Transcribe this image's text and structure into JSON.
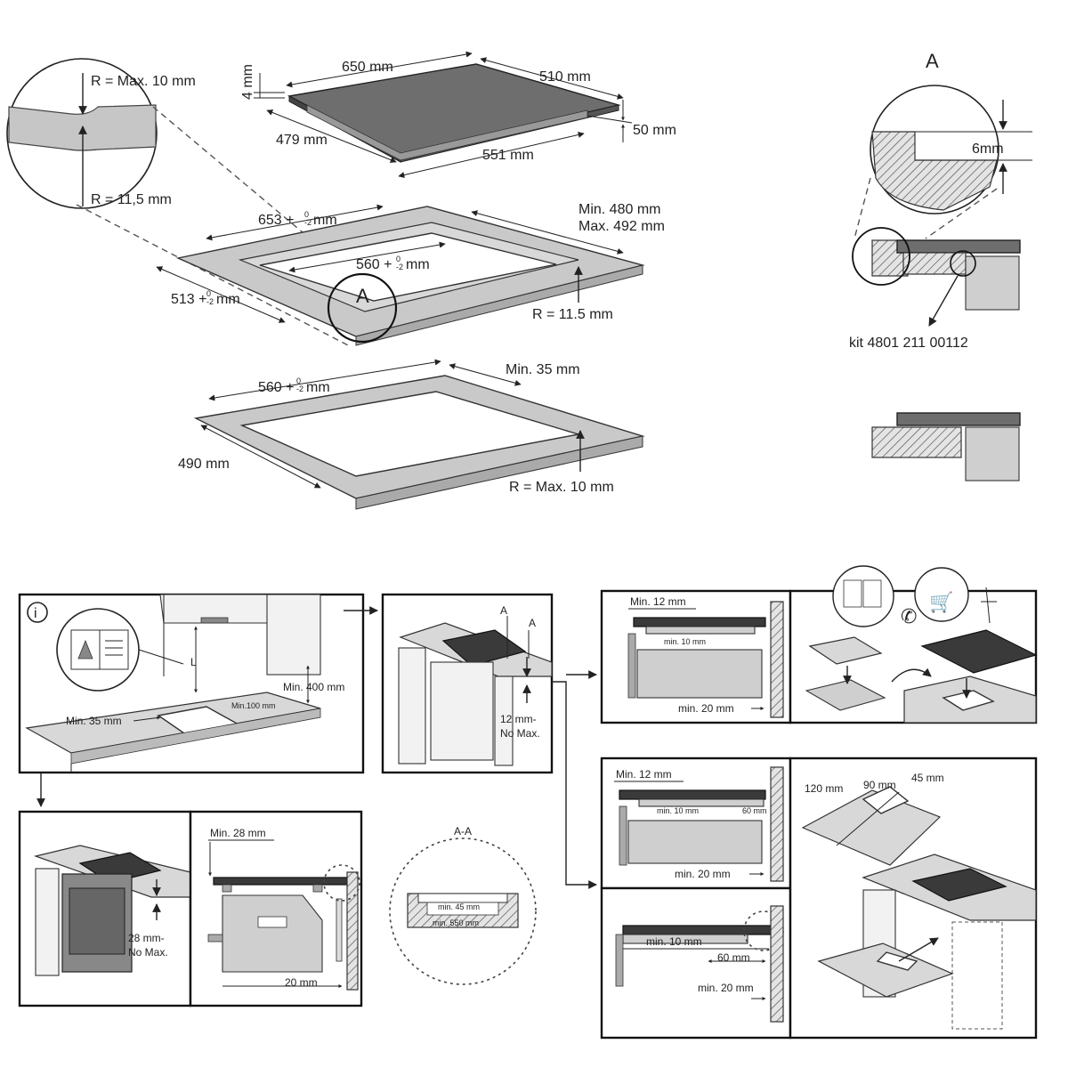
{
  "hob_dimensions": {
    "width": "650 mm",
    "depth": "510 mm",
    "thickness": "4 mm",
    "height": "50 mm",
    "inner_depth": "479 mm",
    "inner_width": "551 mm"
  },
  "edge_radius": {
    "top": "R = Max. 10 mm",
    "bottom": "R = 11,5 mm"
  },
  "flush_cutout": {
    "width": "653 +",
    "width_unit": "mm",
    "depth": "513 +",
    "depth_unit": "mm",
    "inner_width": "560 +",
    "inner_unit": "mm",
    "depth_range_min": "Min. 480 mm",
    "depth_range_max": "Max. 492 mm",
    "radius": "R = 11.5 mm",
    "detail_marker": "A"
  },
  "standard_cutout": {
    "width": "560 +",
    "width_unit": "mm",
    "depth": "490 mm",
    "edge": "Min. 35 mm",
    "radius": "R = Max. 10 mm"
  },
  "detail_a": {
    "title": "A",
    "recess": "6mm",
    "kit": "kit 4801 211 00112"
  },
  "install_panels": {
    "info_icon": "i",
    "hood_distance": "Min. 400 mm",
    "hood_symbol": "L",
    "edge_distance": "Min. 35 mm",
    "rear_distance": "Min.100 mm",
    "section_a": "A",
    "worktop_thickness_1": "12 mm-",
    "worktop_thickness_2": "No Max.",
    "oven_worktop_1": "28 mm-",
    "oven_worktop_2": "No Max.",
    "oven_min": "Min. 28 mm",
    "oven_gap": "20 mm",
    "section_aa": "A-A",
    "aa_min_height": "min. 45 mm",
    "aa_min_width": "min. 550 mm",
    "side_top_min": "Min. 12 mm",
    "side_inner": "min. 10 mm",
    "side_bottom": "min. 20 mm",
    "mid_top_min": "Min. 12 mm",
    "mid_inner": "min. 10 mm",
    "mid_60": "60 mm",
    "mid_bottom": "min. 20 mm",
    "low_inner": "min. 10 mm",
    "low_60": "60 mm",
    "low_bottom": "min. 20 mm",
    "vent_120": "120 mm",
    "vent_90": "90 mm",
    "vent_45": "45 mm"
  }
}
